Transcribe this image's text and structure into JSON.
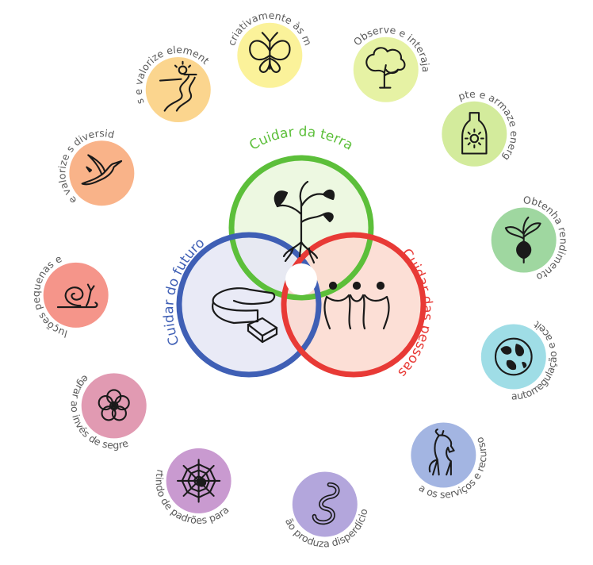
{
  "ethics": [
    {
      "id": "earth",
      "label": "Cuidar da terra",
      "color": "#5cbf3a",
      "fill": "#eaf7dc",
      "icon": "tree-icon"
    },
    {
      "id": "people",
      "label": "Cuidar das pessoas",
      "color": "#e83a36",
      "fill": "#fbd9cf",
      "icon": "people-icon"
    },
    {
      "id": "future",
      "label": "Cuidar do futuro",
      "color": "#3f5fb5",
      "fill": "#e5e6f5",
      "icon": "pie-icon"
    }
  ],
  "principles": [
    {
      "label": "Responda criativamente às mudanças",
      "color": "#fbf29a",
      "icon": "butterfly-icon"
    },
    {
      "label": "Observe e interaja",
      "color": "#e6f2a4",
      "icon": "tree-small-icon"
    },
    {
      "label": "Capte e armaze energia",
      "color": "#d3eb9c",
      "icon": "bottle-icon"
    },
    {
      "label": "Obtenha rendimento",
      "color": "#9fd7a0",
      "icon": "radish-icon"
    },
    {
      "label": "Pratique a autorregulação e aceite retornos",
      "color": "#9fdde6",
      "icon": "globe-icon"
    },
    {
      "label": "Use e valoriza os serviços e recursos renováveis",
      "color": "#a3b5e2",
      "icon": "horse-icon"
    },
    {
      "label": "Não produza disperdícios",
      "color": "#b3a6dc",
      "icon": "worm-icon"
    },
    {
      "label": "Planejar partindo de padrões para os detalhes",
      "color": "#c99ad0",
      "icon": "spider-web-icon"
    },
    {
      "label": "Integrar ao invés de segregar",
      "color": "#e19ab2",
      "icon": "flower-icon"
    },
    {
      "label": "Use soluções pequenas e lentas",
      "color": "#f5958a",
      "icon": "snail-icon"
    },
    {
      "label": "Use e valorize s diversidade",
      "color": "#f9b389",
      "icon": "hummingbird-icon"
    },
    {
      "label": "Use as bordas e valorize elementos marginais",
      "color": "#fbd58e",
      "icon": "river-icon"
    }
  ]
}
